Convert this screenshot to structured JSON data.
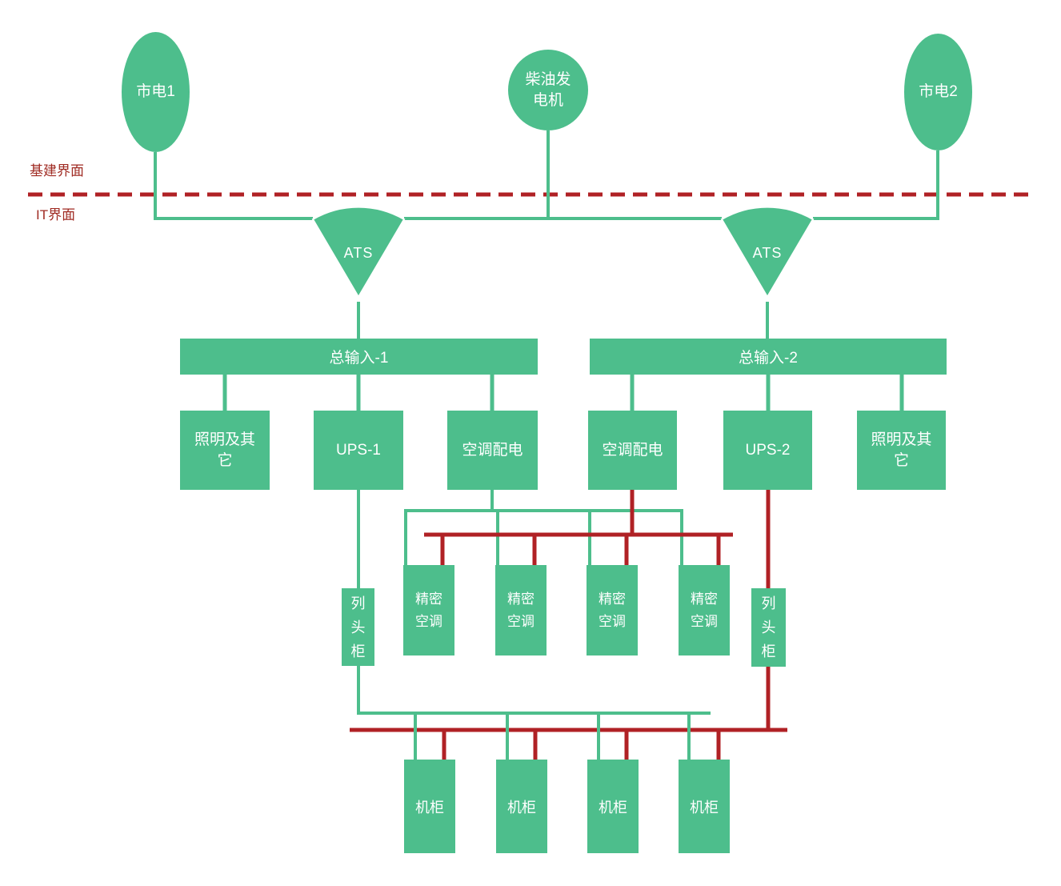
{
  "diagram": {
    "boundary": {
      "above_label": "基建界面",
      "below_label": "IT界面"
    },
    "nodes": {
      "mains1": "市电1",
      "generator": "柴油发\n电机",
      "mains2": "市电2",
      "ats": "ATS",
      "main_input_1": "总输入-1",
      "main_input_2": "总输入-2",
      "lighting": "照明及其它",
      "ups1": "UPS-1",
      "ups2": "UPS-2",
      "ac_distribution": "空调配电",
      "row_head_cabinet": "列头柜",
      "precision_ac": "精密空调",
      "rack": "机柜"
    },
    "colors": {
      "node_green": "#4dbe8c",
      "line_green": "#4dbe8c",
      "line_red": "#b02125",
      "boundary_text_red": "#a02c24"
    }
  }
}
